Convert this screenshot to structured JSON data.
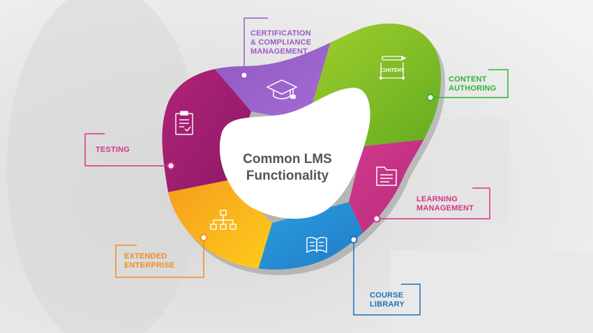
{
  "center": {
    "line1": "Common LMS",
    "line2": "Functionality"
  },
  "segments": [
    {
      "id": "certification",
      "line1": "CERTIFICATION",
      "line2": "& COMPLIANCE",
      "line3": "MANAGEMENT",
      "color": "#9b59c9",
      "icon": "graduation-cap-icon"
    },
    {
      "id": "content-authoring",
      "line1": "CONTENT",
      "line2": "AUTHORING",
      "color": "#2db52d",
      "icon": "content-pencil-icon",
      "icon_text": "CONTENT"
    },
    {
      "id": "learning-management",
      "line1": "LEARNING",
      "line2": "MANAGEMENT",
      "color": "#d6338a",
      "icon": "folder-icon"
    },
    {
      "id": "course-library",
      "line1": "COURSE",
      "line2": "LIBRARY",
      "color": "#1f6fc0",
      "icon": "open-book-icon"
    },
    {
      "id": "extended-enterprise",
      "line1": "EXTENDED",
      "line2": "ENTERPRISE",
      "color": "#f08c1e",
      "icon": "hierarchy-icon"
    },
    {
      "id": "testing",
      "line1": "TESTING",
      "color": "#d6338a",
      "icon": "checklist-icon"
    }
  ]
}
